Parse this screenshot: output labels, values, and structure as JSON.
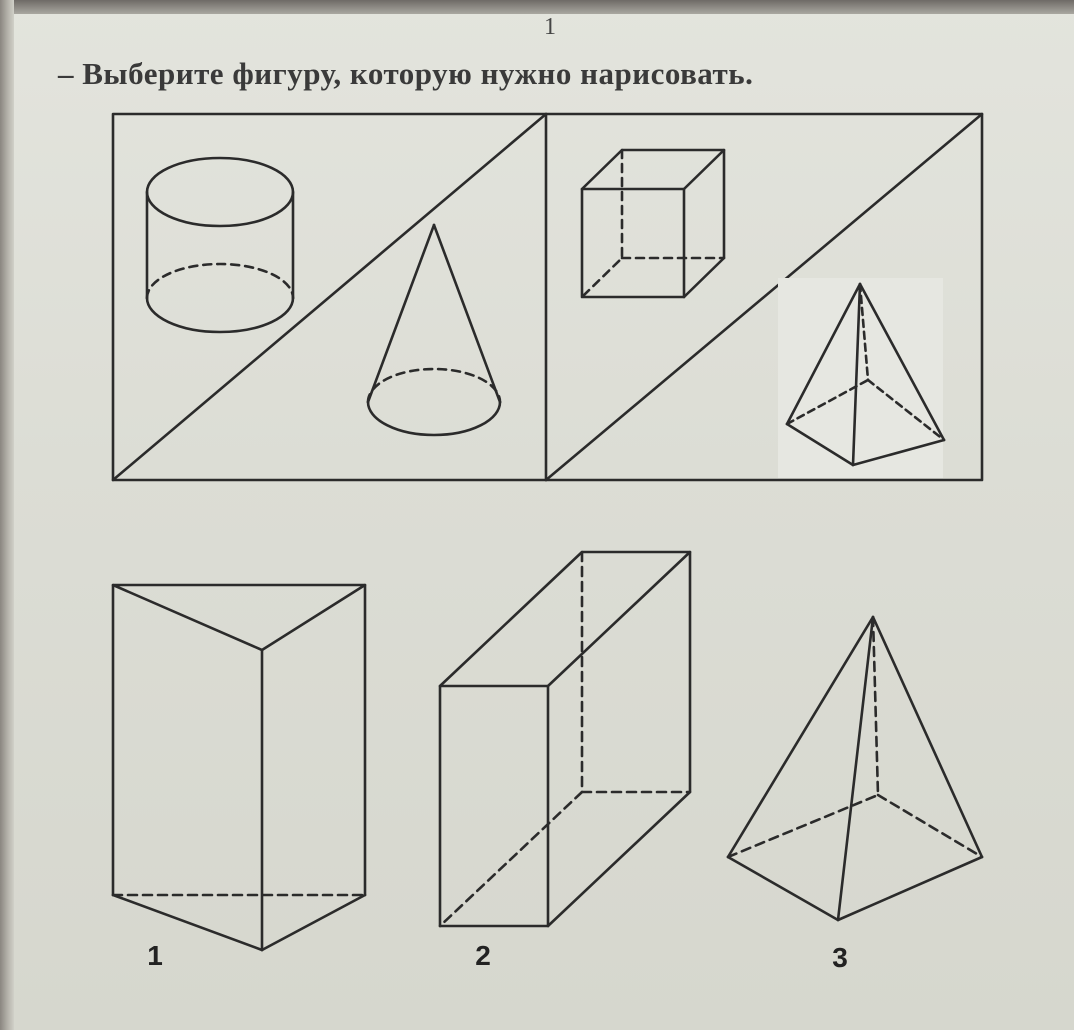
{
  "page_number": "1",
  "task": "– Выберите фигуру, которую нужно нарисовать.",
  "figure_labels": [
    "1",
    "2",
    "3"
  ],
  "colors": {
    "paper": "#dcddd5",
    "ink": "#2b2b2b"
  }
}
